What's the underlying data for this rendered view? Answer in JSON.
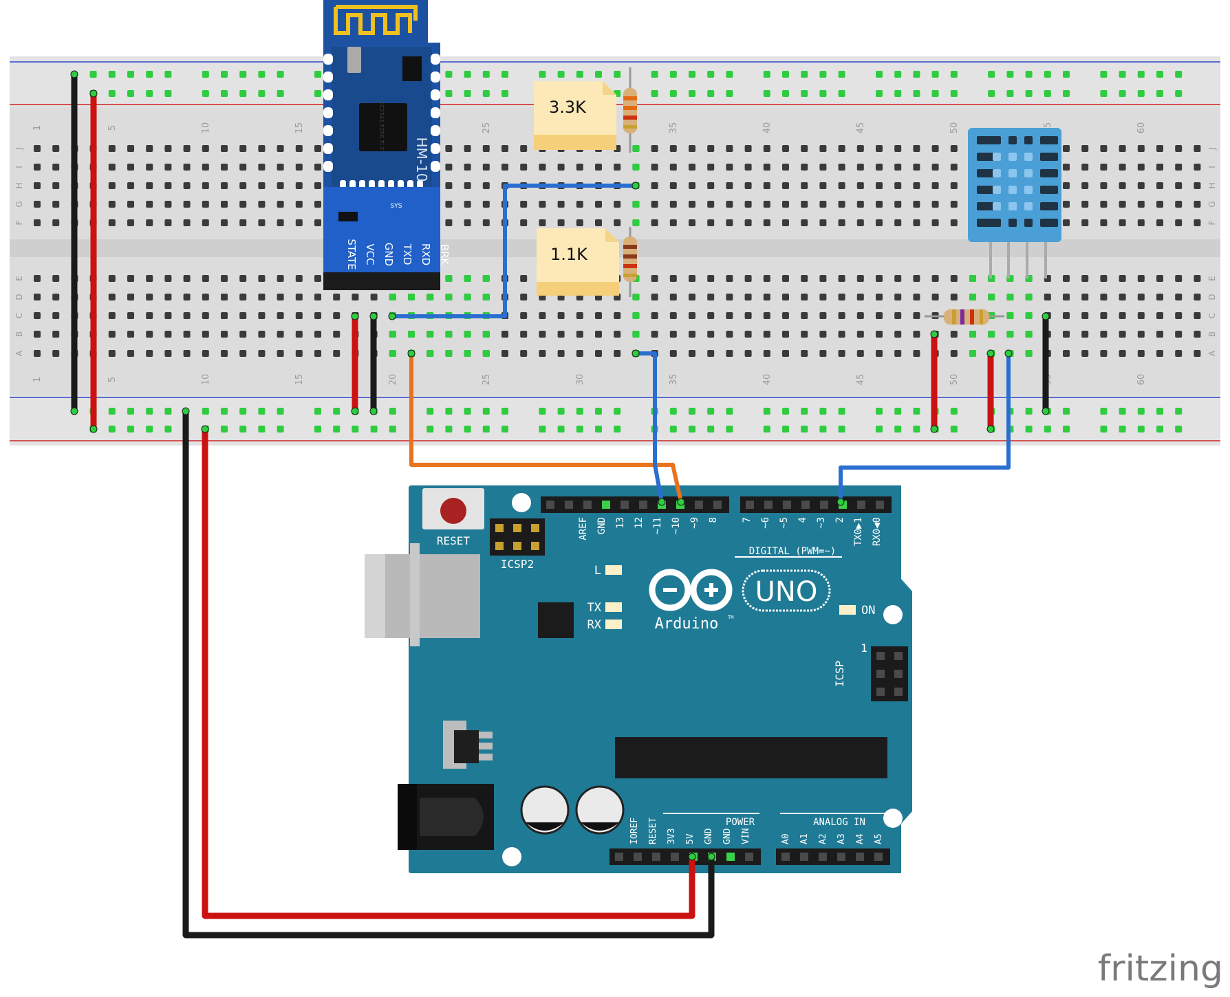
{
  "breadboard": {
    "column_numbers": [
      "1",
      "5",
      "10",
      "15",
      "20",
      "25",
      "30",
      "35",
      "40",
      "45",
      "50",
      "55",
      "60"
    ],
    "row_letters_top": [
      "J",
      "I",
      "H",
      "G",
      "F"
    ],
    "row_letters_bottom": [
      "E",
      "D",
      "C",
      "B",
      "A"
    ]
  },
  "hm10": {
    "title": "HM-10",
    "chip_text": "CC2541 F256 TI 27",
    "sys_label": "SYS",
    "pins": [
      "STATE",
      "VCC",
      "GND",
      "TXD",
      "RXD",
      "BRK"
    ]
  },
  "notes": [
    {
      "text": "3.3K"
    },
    {
      "text": "1.1K"
    }
  ],
  "arduino": {
    "reset_label": "RESET",
    "icsp2_label": "ICSP2",
    "icsp_label": "ICSP",
    "icsp_pin1": "1",
    "digital_label": "DIGITAL (PWM=~)",
    "digital_pins_left": [
      "AREF",
      "GND",
      "13",
      "12",
      "~11",
      "~10",
      "~9",
      "8"
    ],
    "digital_pins_right": [
      "7",
      "~6",
      "~5",
      "4",
      "~3",
      "2",
      "TX0▶1",
      "RX0◀0"
    ],
    "led_labels": [
      "L",
      "TX",
      "RX"
    ],
    "on_label": "ON",
    "brand": "Arduino",
    "model": "UNO",
    "tm": "TM",
    "power_label": "POWER",
    "power_pins": [
      "IOREF",
      "RESET",
      "3V3",
      "5V",
      "GND",
      "GND",
      "VIN"
    ],
    "analog_label": "ANALOG IN",
    "analog_pins": [
      "A0",
      "A1",
      "A2",
      "A3",
      "A4",
      "A5"
    ]
  },
  "watermark": "fritzing",
  "colors": {
    "board_teal": "#1f7a95",
    "hm10_blue": "#1d52a3",
    "dht_blue": "#4a9fd6",
    "wire_red": "#cc1111",
    "wire_black": "#1a1a1a",
    "wire_blue": "#2a6fd0",
    "wire_orange": "#e8721e",
    "note_yellow": "#fde9b8",
    "breadboard": "#dcdcdc"
  }
}
